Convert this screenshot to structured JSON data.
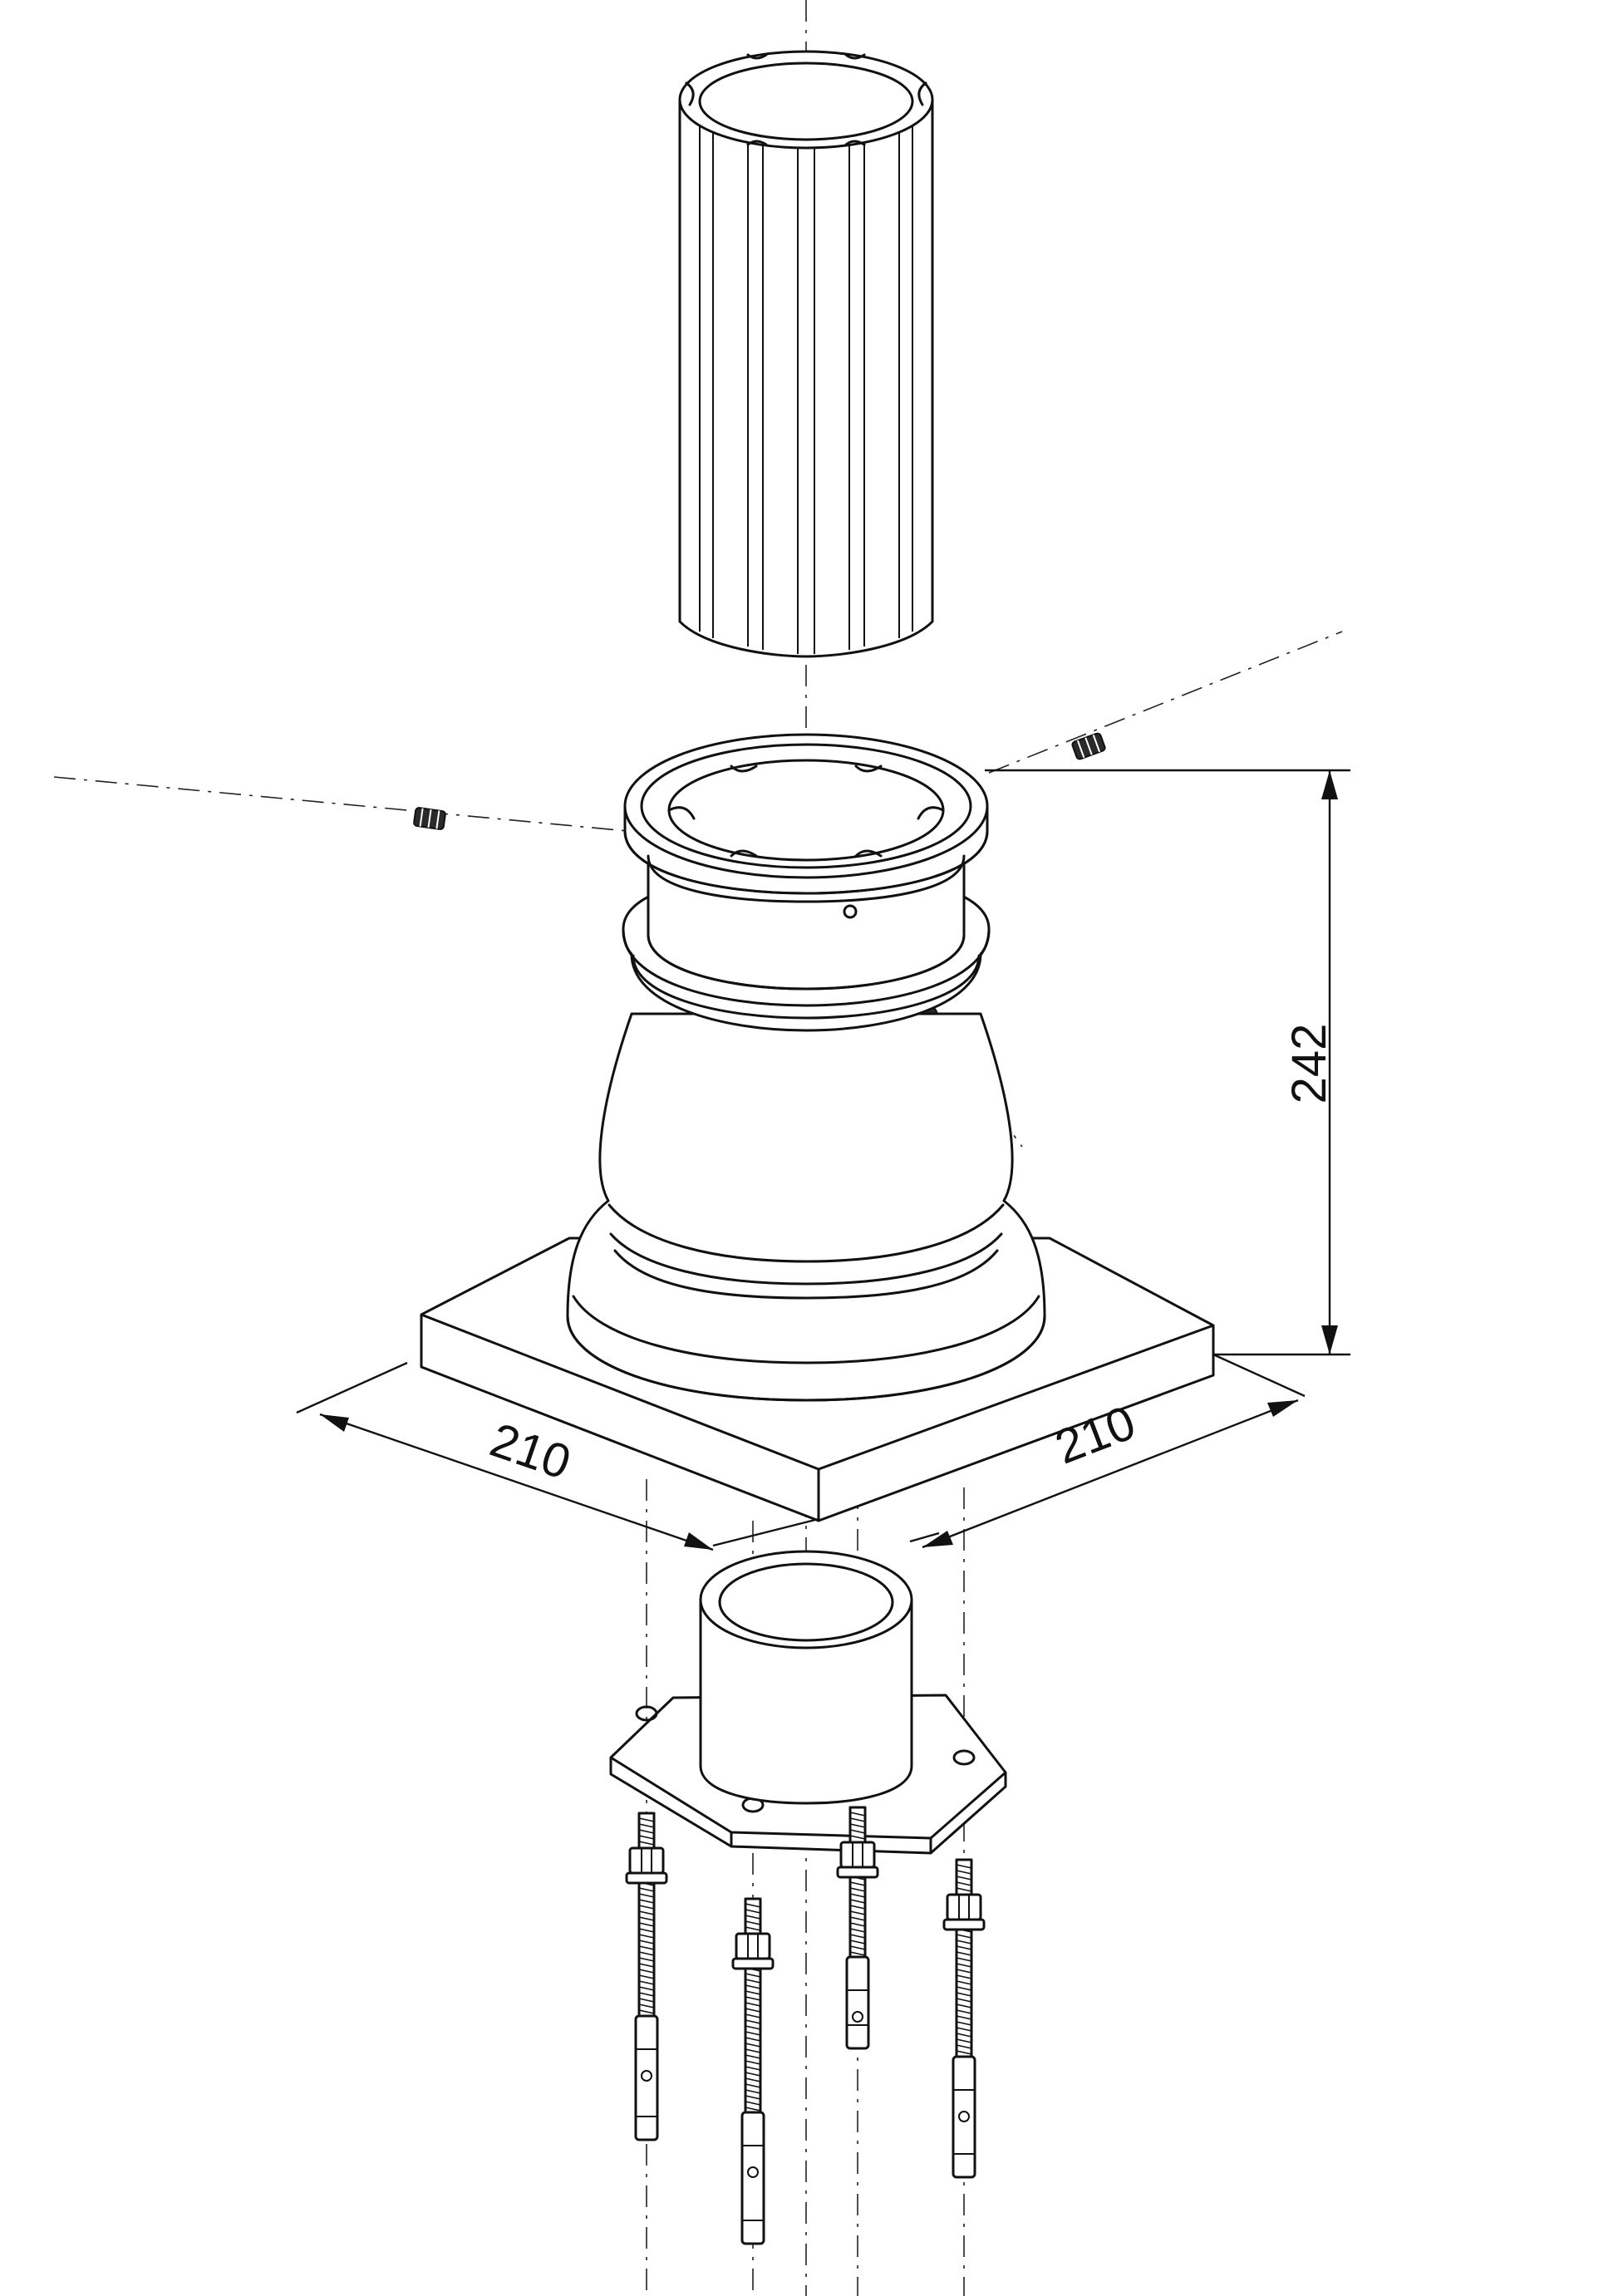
{
  "dimensions": {
    "height": "242",
    "width_left": "210",
    "width_right": "210"
  },
  "line_color": "#111111",
  "background_color": "#ffffff"
}
